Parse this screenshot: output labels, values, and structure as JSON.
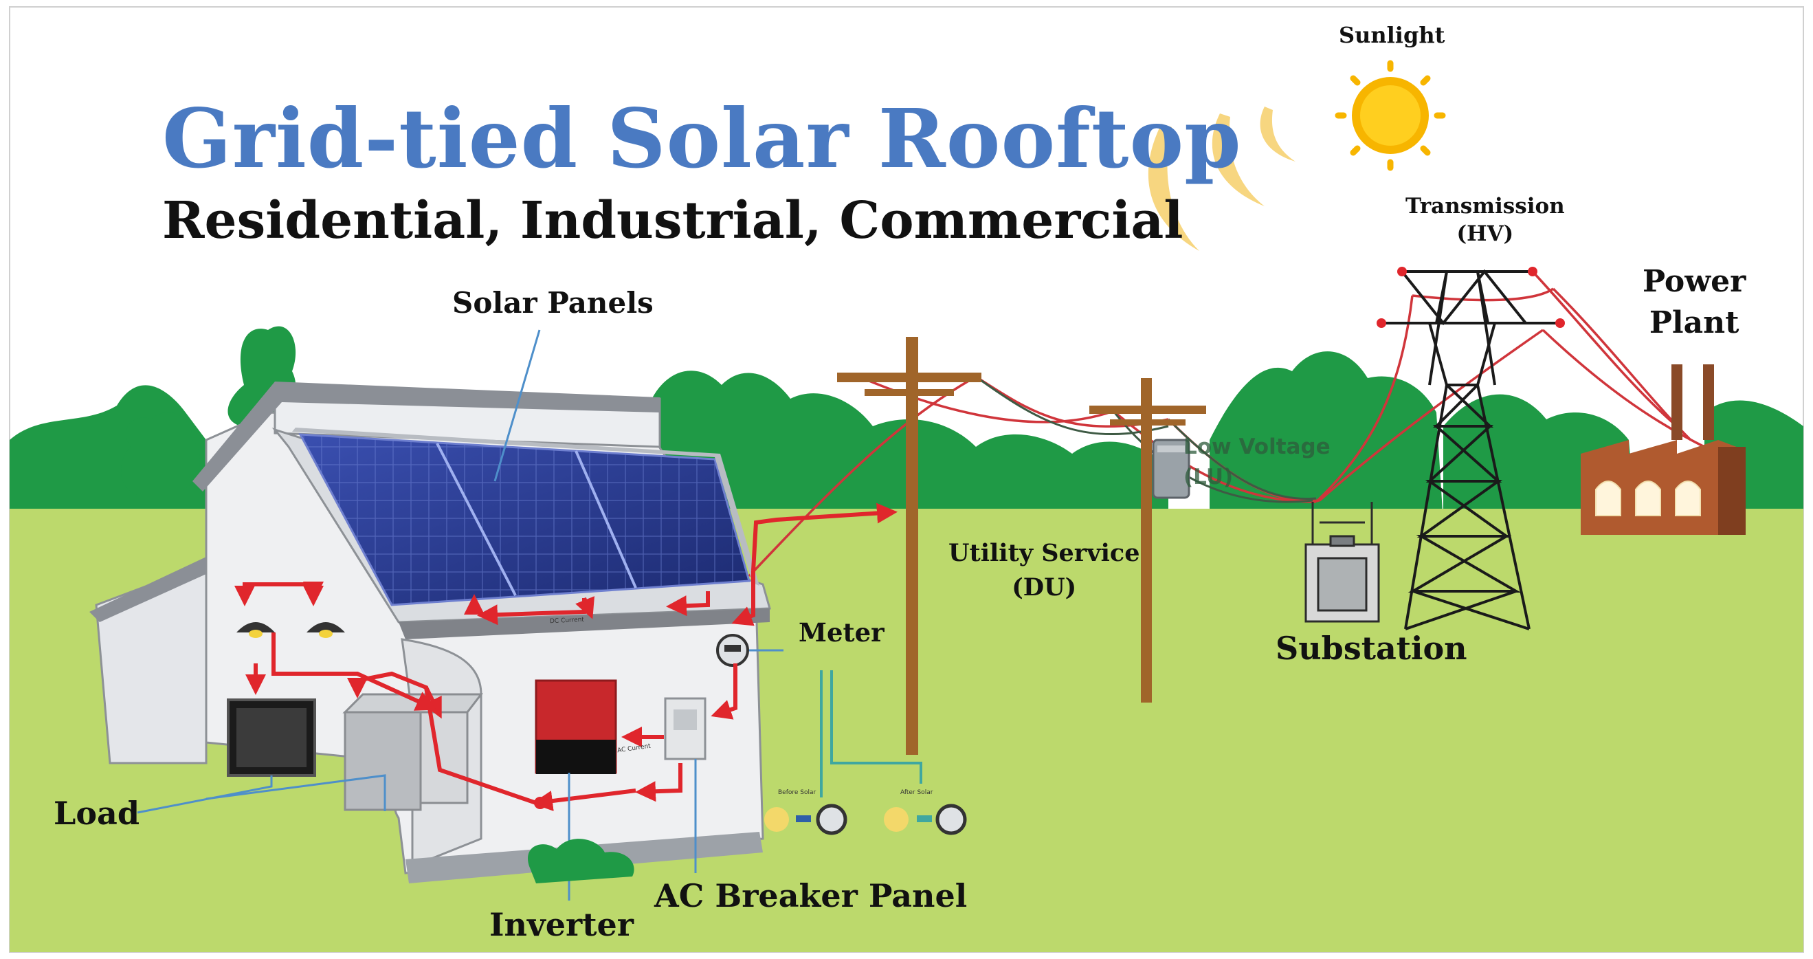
{
  "title": "Grid-tied Solar Rooftop",
  "subtitle": "Residential, Industrial, Commercial",
  "labels": {
    "sunlight": "Sunlight",
    "transmission_line1": "Transmission",
    "transmission_line2": "(HV)",
    "power_line1": "Power",
    "power_line2": "Plant",
    "solar_panels": "Solar Panels",
    "utility_line1": "Utility Service",
    "utility_line2": "(DU)",
    "low_voltage_line1": "Low Voltage",
    "low_voltage_line2": "(LU)",
    "substation": "Substation",
    "meter": "Meter",
    "load": "Load",
    "inverter": "Inverter",
    "ac_breaker": "AC Breaker Panel"
  },
  "small_labels": {
    "dc_current": "DC Current",
    "ac_current": "AC Current",
    "before_solar": "Before Solar",
    "after_solar": "After Solar"
  },
  "colors": {
    "title": "#4a7ac2",
    "sky": "#ffffff",
    "grass": "#bcd96c",
    "trees": "#1f9a46",
    "flow_arrows": "#e0262c",
    "panel": "#2b3a8f",
    "inverter": "#c8282c",
    "poles": "#a0652a",
    "sun": "#f7b500",
    "factory": "#b05a2f",
    "leader_lines": "#4e8fca"
  }
}
